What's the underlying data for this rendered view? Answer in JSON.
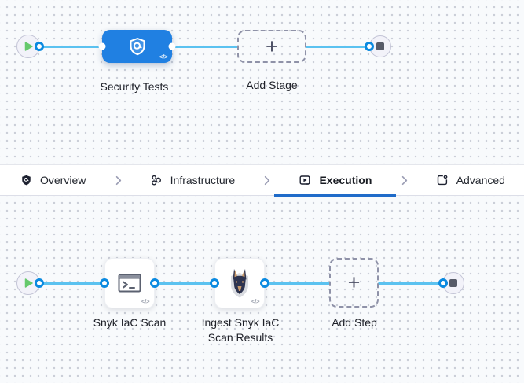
{
  "colors": {
    "canvas_bg": "#f8fafc",
    "grid_dot": "#c9cdd6",
    "edge_line": "#5bc2f0",
    "connector_ring": "#0b8ae0",
    "stage_node_blue": "#2080e2",
    "active_tab_underline": "#1f6bc9",
    "play_green": "#66c96d",
    "stop_gray": "#575b68"
  },
  "icons": {
    "plus": "+",
    "code_badge": "</>",
    "names": [
      "play-icon",
      "stop-icon",
      "shield-gear-icon",
      "terminal-icon",
      "snyk-dog-icon",
      "plus-icon",
      "chevron-right-icon",
      "shield-icon",
      "cluster-icon",
      "play-window-icon",
      "window-gear-icon"
    ]
  },
  "stage_graph": {
    "stage": {
      "label": "Security Tests",
      "icon": "shield-gear-icon"
    },
    "add_stage": {
      "label": "Add Stage",
      "icon": "plus-icon"
    }
  },
  "tabs": {
    "items": [
      {
        "label": "Overview",
        "icon": "shield-icon",
        "active": false
      },
      {
        "label": "Infrastructure",
        "icon": "cluster-icon",
        "active": false
      },
      {
        "label": "Execution",
        "icon": "play-window-icon",
        "active": true
      },
      {
        "label": "Advanced",
        "icon": "window-gear-icon",
        "active": false
      }
    ]
  },
  "execution_graph": {
    "steps": [
      {
        "label": "Snyk IaC Scan",
        "icon": "terminal-icon"
      },
      {
        "label": "Ingest Snyk IaC Scan Results",
        "icon": "snyk-dog-icon"
      }
    ],
    "add_step": {
      "label": "Add Step",
      "icon": "plus-icon"
    }
  }
}
